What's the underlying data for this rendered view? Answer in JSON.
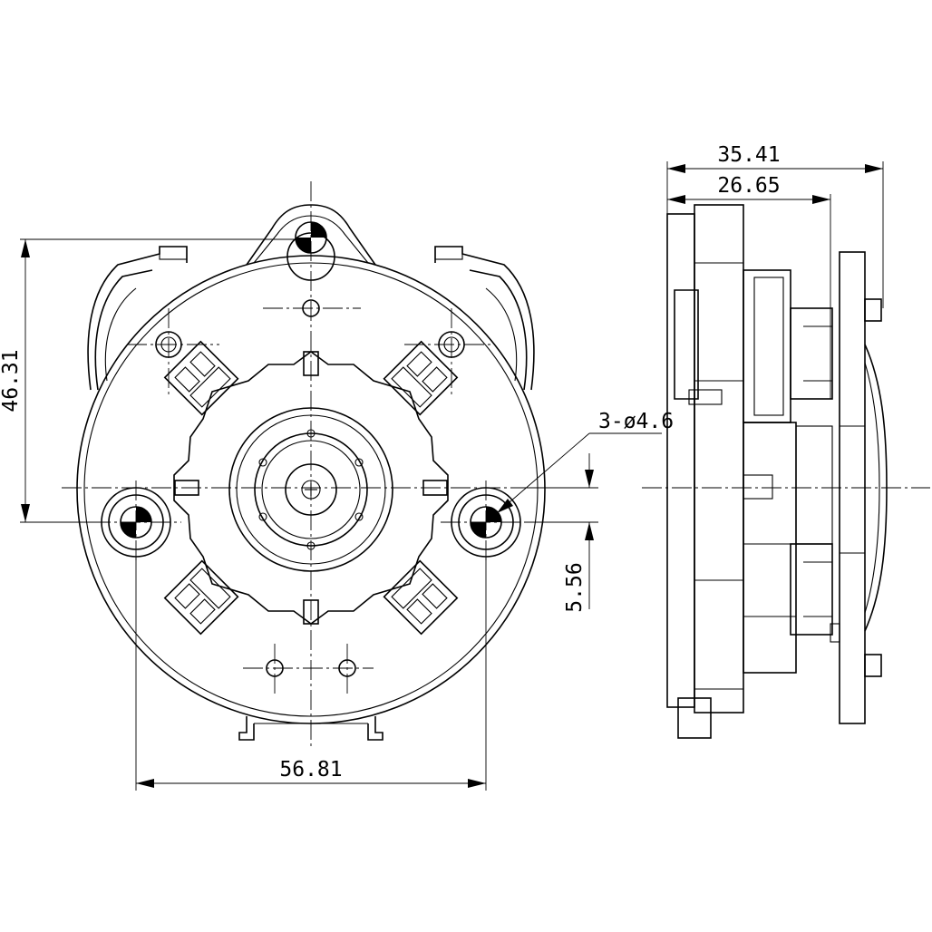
{
  "dimensions": {
    "overall_depth": "35.41",
    "body_depth": "26.65",
    "hole_spec": "3-ø4.6",
    "height_offset": "46.31",
    "hole_offset": "5.56",
    "hole_spacing": "56.81"
  }
}
